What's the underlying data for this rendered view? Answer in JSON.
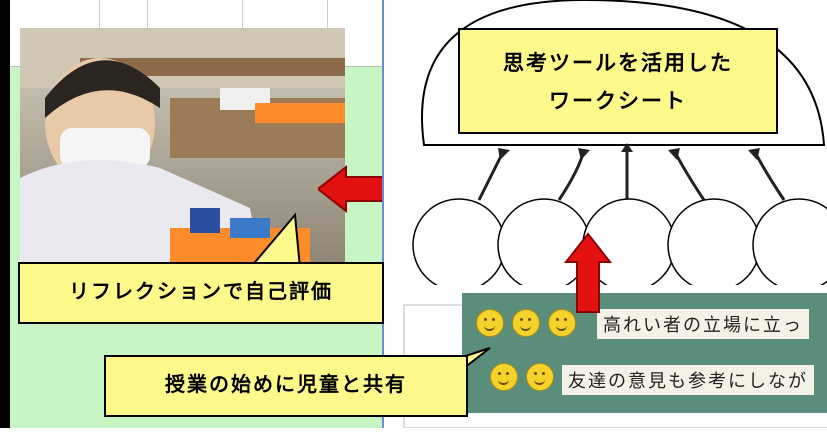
{
  "callouts": {
    "thinking_tool_line1": "思考ツールを活用した",
    "thinking_tool_line2": "ワークシート",
    "reflection": "リフレクションで自己評価",
    "share": "授業の始めに児童と共有"
  },
  "board": {
    "line1": "高れい者の立場に立っ",
    "line2": "友達の意見も参考にしなが"
  },
  "colors": {
    "callout_bg": "#fdf98a",
    "arrow_red": "#e31010",
    "panel_green": "#c8f5c4",
    "panel_border": "#6a8ed4"
  },
  "icons": [
    "right-arrow-icon-left-pointing",
    "up-arrow-icon",
    "smiley-icon"
  ]
}
